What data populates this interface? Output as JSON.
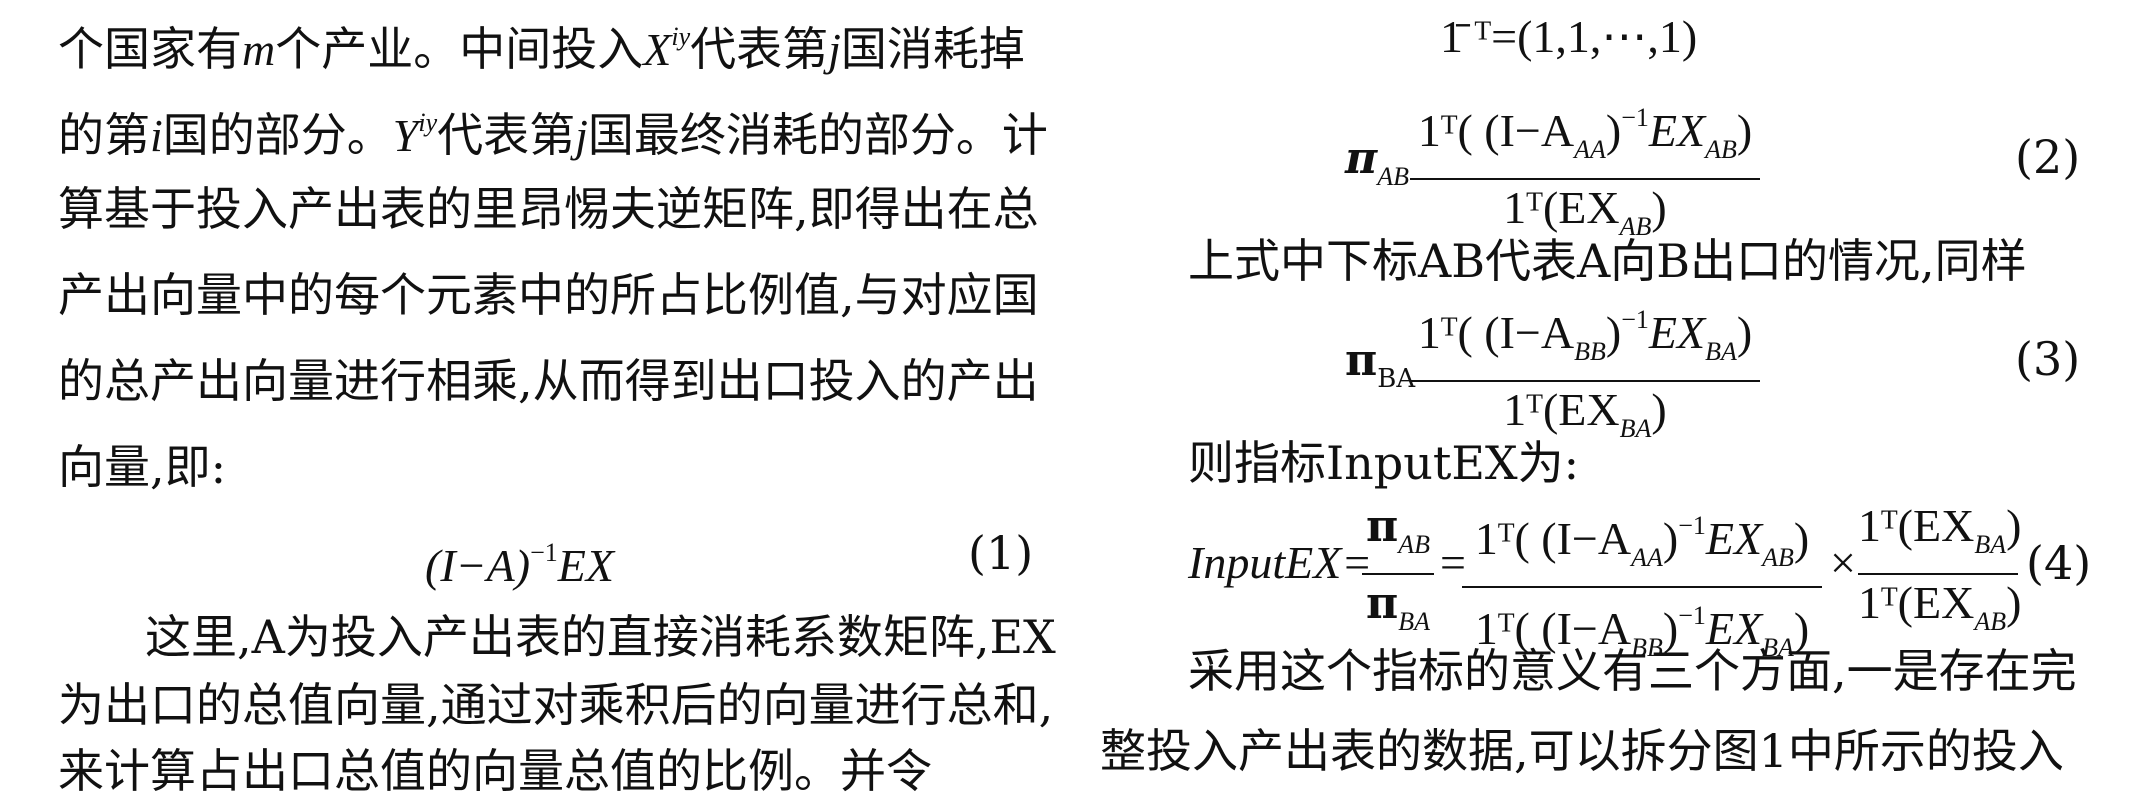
{
  "left": {
    "lines": [
      "个国家有",
      "的第",
      "算基于投入产出表的里昂惕夫逆矩阵,即得出在总",
      "产出向量中的每个元素中的所占比例值,与对应国",
      "的总产出向量进行相乘,从而得到出口投入的产出",
      "向量,即:"
    ],
    "line1": {
      "a": "个国家有",
      "m": "m",
      "b": "个产业。中间投入",
      "X": "X",
      "Xsup": "iy",
      "c": "代表第",
      "j": "j",
      "d": "国消耗掉"
    },
    "line2": {
      "a": "的第",
      "i": "i",
      "b": "国的部分。",
      "Y": "Y",
      "Ysup": "iy",
      "c": "代表第",
      "j": "j",
      "d": "国最终消耗的部分。计"
    },
    "eq1": {
      "lhs": "(I−A)",
      "sup": "−1",
      "rhs": "EX",
      "num": "(1)"
    },
    "para2": [
      "这里,A为投入产出表的直接消耗系数矩阵,EX",
      "为出口的总值向量,通过对乘积后的向量进行总和,",
      "来计算占出口总值的向量总值的比例。并令"
    ]
  },
  "right": {
    "ones": "1̄ ᵀ=(1,1,⋯,1)",
    "eq2": {
      "pi": "π",
      "pisub": "AB",
      "num_text": "1ᵀ( (I−A",
      "num_sub1": "AA",
      "num_mid": ")",
      "num_sup": "−1",
      "num_ex": "EX",
      "num_sub2": "AB",
      "num_close": ")",
      "den_text": "1ᵀ(EX",
      "den_sub": "AB",
      "den_close": ")",
      "label": "(2)"
    },
    "text1": "上式中下标AB代表A向B出口的情况,同样",
    "eq3": {
      "pi": "π",
      "pisub": "BA",
      "num_text": "1ᵀ( (I−A",
      "num_sub1": "BB",
      "num_mid": ")",
      "num_sup": "−1",
      "num_ex": "EX",
      "num_sub2": "BA",
      "num_close": ")",
      "den_text": "1ᵀ(EX",
      "den_sub": "BA",
      "den_close": ")",
      "label": "(3)"
    },
    "text2": "则指标InputEX为:",
    "eq4": {
      "lhs": "InputEX=",
      "f1_num": "π",
      "f1_num_sub": "AB",
      "f1_den": "π",
      "f1_den_sub": "BA",
      "eq": "=",
      "times": "×",
      "label": "(4)"
    },
    "text3": "采用这个指标的意义有三个方面,一是存在完",
    "text4": "整投入产出表的数据,可以拆分图1中所示的投入"
  }
}
